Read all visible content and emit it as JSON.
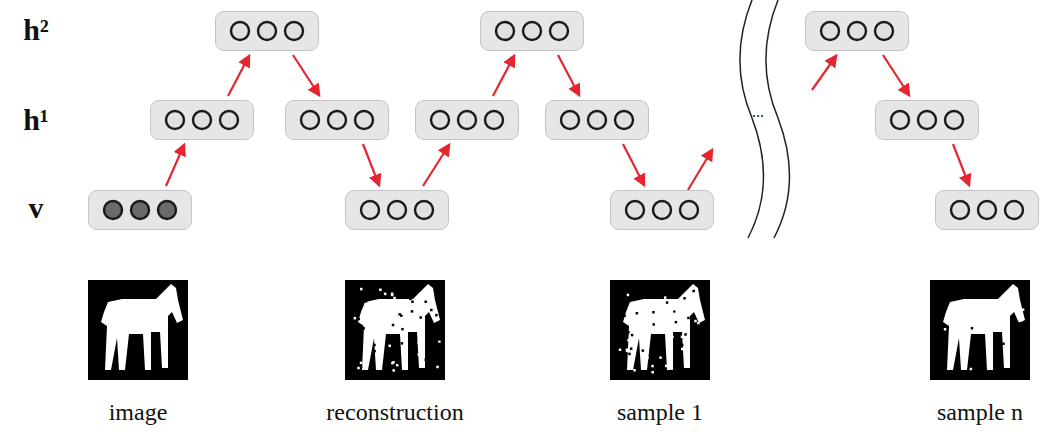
{
  "diagram": {
    "nodes": [
      {
        "text": []
      },
      {
        "text": []
      },
      {
        "text": []
      },
      {
        "text": []
      },
      {
        "text": []
      },
      {
        "text": []
      },
      {
        "text": []
      },
      {
        "text": []
      },
      {
        "text": []
      },
      {
        "text": []
      },
      {
        "text": []
      },
      {
        "text": []
      }
    ],
    "edges": [
      {
        "from": 0,
        "to": 1,
        "arrow": "to"
      },
      {
        "from": 1,
        "to": 2,
        "arrow": "to"
      },
      {
        "from": 2,
        "to": 3,
        "arrow": "to"
      },
      {
        "from": 3,
        "to": 4,
        "arrow": "to"
      },
      {
        "from": 4,
        "to": 5,
        "arrow": "to"
      },
      {
        "from": 5,
        "to": 6,
        "arrow": "to"
      },
      {
        "from": 6,
        "to": 7,
        "arrow": "to"
      },
      {
        "from": 7,
        "to": 8,
        "arrow": "to"
      },
      {
        "from": 9,
        "to": 10,
        "arrow": "to"
      },
      {
        "from": 10,
        "to": 11,
        "arrow": "to"
      }
    ],
    "labels": [
      "h²",
      "h¹",
      "v",
      "...",
      "image",
      "reconstruction",
      "sample 1",
      "sample n"
    ]
  }
}
